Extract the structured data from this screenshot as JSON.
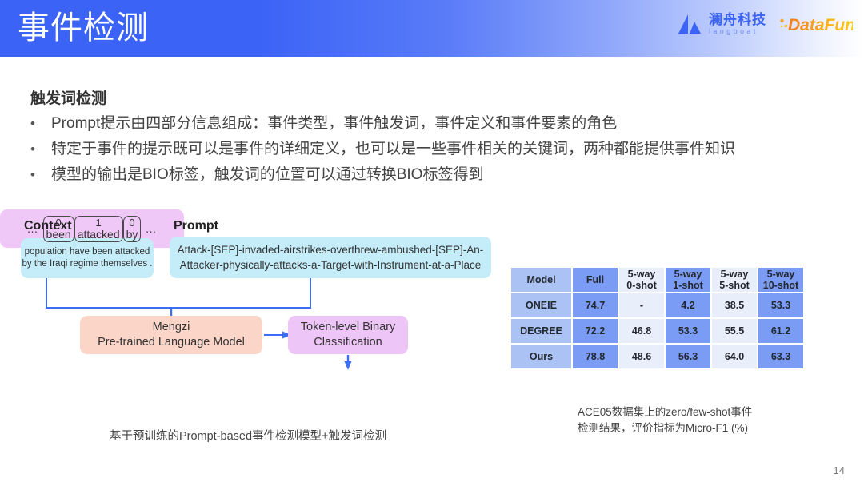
{
  "header": {
    "title": "事件检测",
    "logos": {
      "langboat_cn": "澜舟科技",
      "langboat_en": "langboat",
      "datafun": "DataFun."
    }
  },
  "content": {
    "section_title": "触发词检测",
    "bullet_marker": "•",
    "bullets": [
      "Prompt提示由四部分信息组成：事件类型，事件触发词，事件定义和事件要素的角色",
      "特定于事件的提示既可以是事件的详细定义，也可以是一些事件相关的关键词，两种都能提供事件知识",
      "模型的输出是BIO标签，触发词的位置可以通过转换BIO标签得到"
    ]
  },
  "diagram": {
    "context_label": "Context",
    "prompt_label": "Prompt",
    "context_text": "population have been attacked by the Iraqi regime themselves .",
    "prompt_line1": "Attack-[SEP]-invaded-airstrikes-overthrew-ambushed-[SEP]-An-",
    "prompt_line2": "Attacker-physically-attacks-a-Target-with-Instrument-at-a-Place",
    "model_line1": "Mengzi",
    "model_line2": "Pre-trained Language Model",
    "classifier_line1": "Token-level Binary",
    "classifier_line2": "Classification",
    "tokens": [
      {
        "bit": "0",
        "word": "been"
      },
      {
        "bit": "1",
        "word": "attacked"
      },
      {
        "bit": "0",
        "word": "by"
      }
    ],
    "ellipsis_left": "…",
    "ellipsis_right": "…",
    "caption": "基于预训练的Prompt-based事件检测模型+触发词检测"
  },
  "table": {
    "headers": [
      "Model",
      "Full",
      "5-way\n0-shot",
      "5-way\n1-shot",
      "5-way\n5-shot",
      "5-way\n10-shot"
    ],
    "header_lines": [
      [
        "Model"
      ],
      [
        "Full"
      ],
      [
        "5-way",
        "0-shot"
      ],
      [
        "5-way",
        "1-shot"
      ],
      [
        "5-way",
        "5-shot"
      ],
      [
        "5-way",
        "10-shot"
      ]
    ],
    "rows": [
      {
        "model": "ONEIE",
        "values": [
          "74.7",
          "-",
          "4.2",
          "38.5",
          "53.3"
        ]
      },
      {
        "model": "DEGREE",
        "values": [
          "72.2",
          "46.8",
          "53.3",
          "55.5",
          "61.2"
        ]
      },
      {
        "model": "Ours",
        "values": [
          "78.8",
          "48.6",
          "56.3",
          "64.0",
          "63.3"
        ]
      }
    ],
    "caption_line1": "ACE05数据集上的zero/few-shot事件",
    "caption_line2": "检测结果，评价指标为Micro-F1 (%)"
  },
  "footer": {
    "page_number": "14"
  },
  "colors": {
    "header_blue": "#3b63f6",
    "context_box": "#c4ecf9",
    "model_box": "#fad5c8",
    "classifier_box": "#eec5f7",
    "arrow": "#3b6ef5",
    "table_light": "#aac2f4",
    "table_dark": "#7b9cf4",
    "table_alt": "#e9eefb",
    "datafun_orange": "#f7941d"
  }
}
